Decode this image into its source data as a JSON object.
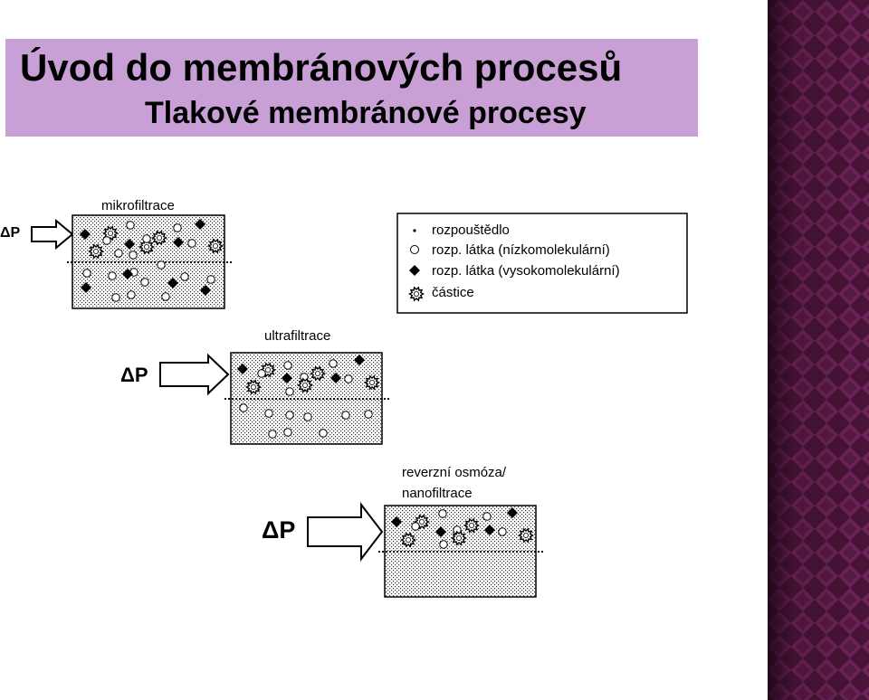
{
  "slide": {
    "title": "Úvod do membránových procesů",
    "subtitle": "Tlakové membránové procesy"
  },
  "diagram": {
    "pressure_label": "ΔP",
    "panels": [
      {
        "id": "microfiltration",
        "label_lines": [
          "mikrofiltrace"
        ]
      },
      {
        "id": "ultrafiltration",
        "label_lines": [
          "ultrafiltrace"
        ]
      },
      {
        "id": "reverse-osmosis",
        "label_lines": [
          "reverzní osmóza/",
          "nanofiltrace"
        ]
      }
    ],
    "legend": [
      {
        "symbol": "dot",
        "label": "rozpouštědlo"
      },
      {
        "symbol": "circle",
        "label": "rozp. látka (nízkomolekulární)"
      },
      {
        "symbol": "diamond",
        "label": "rozp. látka (vysokomolekulární)"
      },
      {
        "symbol": "particle",
        "label": "částice"
      }
    ]
  },
  "colors": {
    "title_background": "#c8a0d6",
    "band_dark": "#3a0f2c",
    "band_light": "#7a2a62"
  }
}
